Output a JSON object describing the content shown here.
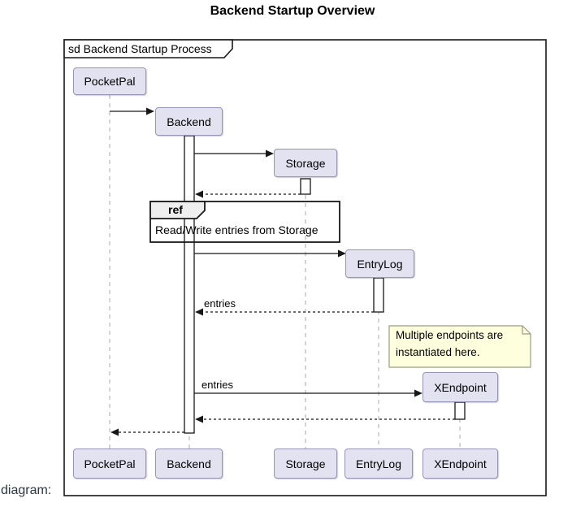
{
  "page": {
    "caption": "diagram:"
  },
  "diagram": {
    "title": "Backend Startup Overview",
    "frame_label": "sd Backend Startup Process",
    "participants": [
      {
        "name": "PocketPal"
      },
      {
        "name": "Backend"
      },
      {
        "name": "Storage"
      },
      {
        "name": "EntryLog"
      },
      {
        "name": "XEndpoint"
      }
    ],
    "messages": [
      {
        "from": "PocketPal",
        "to": "Backend",
        "label": "",
        "style": "solid-create"
      },
      {
        "from": "Backend",
        "to": "Storage",
        "label": "",
        "style": "solid-create"
      },
      {
        "from": "Storage",
        "to": "Backend",
        "label": "",
        "style": "dashed-return"
      },
      {
        "from": "Backend",
        "to": "EntryLog",
        "label": "",
        "style": "solid-create"
      },
      {
        "from": "EntryLog",
        "to": "Backend",
        "label": "entries",
        "style": "dashed-return"
      },
      {
        "from": "Backend",
        "to": "XEndpoint",
        "label": "entries",
        "style": "solid-create"
      },
      {
        "from": "XEndpoint",
        "to": "Backend",
        "label": "",
        "style": "dashed-return"
      },
      {
        "from": "Backend",
        "to": "PocketPal",
        "label": "",
        "style": "dashed-return"
      }
    ],
    "fragment": {
      "keyword": "ref",
      "text": "Read/Write entries from Storage"
    },
    "note": {
      "line1": "Multiple endpoints are",
      "line2": "instantiated here."
    },
    "colors": {
      "participant_fill": "#E2E2F0",
      "participant_border": "#9696b4",
      "line": "#181818",
      "lifeline": "#A8A8A8",
      "note_fill": "#FEFFDD",
      "note_border": "#9c9c84",
      "ref_tab_fill": "#EEEEEE",
      "caption_text": "#2c3845"
    }
  }
}
